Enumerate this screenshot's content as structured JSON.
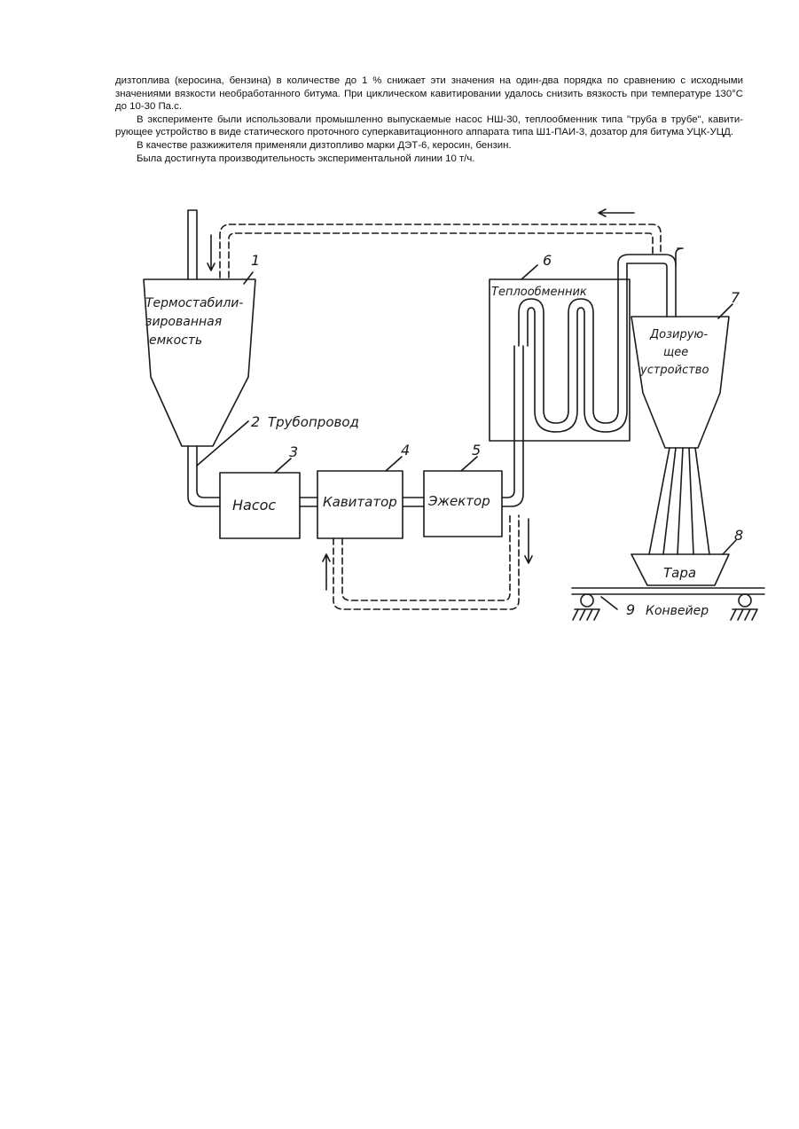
{
  "paragraphs": [
    "дизтоплива (керосина, бензина) в количестве до 1 % снижает эти значения на один-два порядка по сравнению с исходными значениями вязкости необработанного битума. При циклическом кавитировании удалось снизить вязкость при температуре 130°С до 10-30 Па.с.",
    "В эксперименте были использовали промышленно выпускаемые насос НШ-30, теплообменник типа \"труба в трубе\", кавити-рующее устройство в виде статического проточного суперкавитационного аппарата типа Ш1-ПАИ-3, дозатор для битума УЦК-УЦД.",
    "В качестве разжижителя применяли дизтопливо марки ДЭТ-6, керосин, бензин.",
    "Была достигнута производительность экспериментальной линии 10 т/ч."
  ],
  "diagram": {
    "tank": {
      "number": "1",
      "line1": "Термостабили-",
      "line2": "зированная",
      "line3": "емкость"
    },
    "pipe": {
      "number": "2",
      "label": "Трубопровод"
    },
    "pump": {
      "number": "3",
      "label": "Насос"
    },
    "cavitator": {
      "number": "4",
      "label": "Кавитатор"
    },
    "ejector": {
      "number": "5",
      "label": "Эжектор"
    },
    "heat_exchanger": {
      "number": "6",
      "label": "Теплообменник"
    },
    "doser": {
      "number": "7",
      "line1": "Дозирую-",
      "line2": "щее",
      "line3": "устройство"
    },
    "container": {
      "number": "8",
      "label": "Тара"
    },
    "conveyor": {
      "number": "9",
      "label": "Конвейер"
    }
  }
}
